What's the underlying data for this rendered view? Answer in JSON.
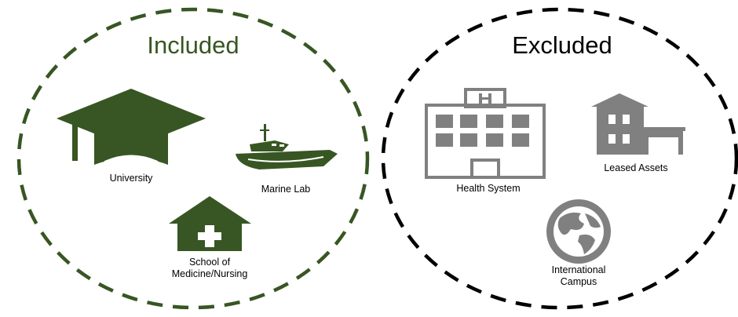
{
  "included": {
    "title": "Included",
    "color": "#375623",
    "items": [
      {
        "label": "University",
        "icon": "graduation-cap-icon"
      },
      {
        "label": "Marine Lab",
        "icon": "boat-icon"
      },
      {
        "label_line1": "School of",
        "label_line2": "Medicine/Nursing",
        "icon": "medical-house-icon"
      }
    ]
  },
  "excluded": {
    "title": "Excluded",
    "color": "#000000",
    "icon_color": "#808080",
    "items": [
      {
        "label": "Health System",
        "icon": "hospital-icon"
      },
      {
        "label": "Leased Assets",
        "icon": "building-icon"
      },
      {
        "label_line1": "International",
        "label_line2": "Campus",
        "icon": "globe-icon"
      }
    ]
  }
}
